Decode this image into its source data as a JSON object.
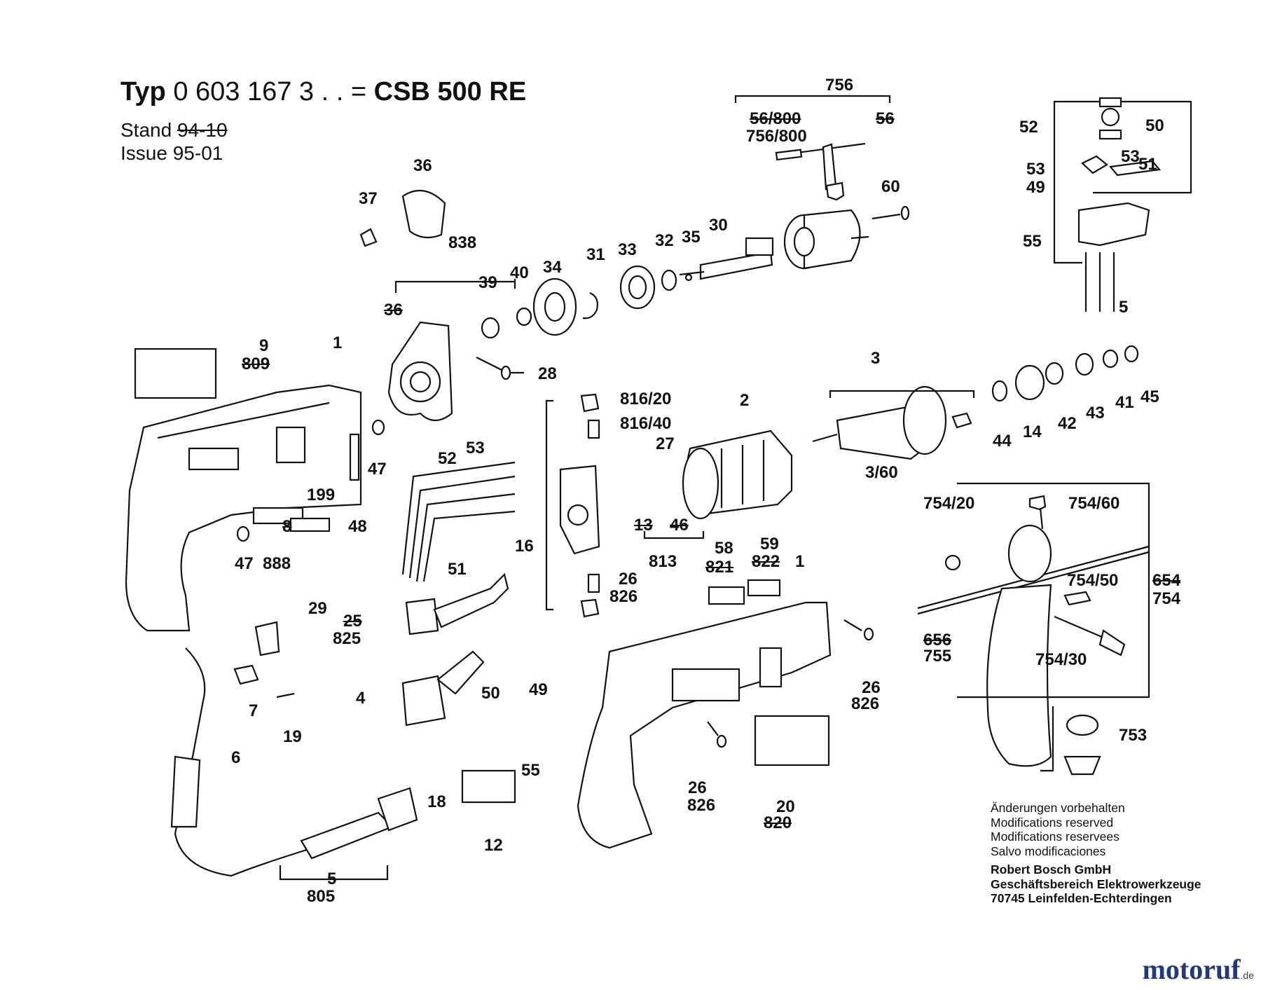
{
  "header": {
    "typ_label": "Typ",
    "typ_number": "0 603 167 3 . .",
    "equals": "=",
    "model": "CSB 500 RE",
    "stand_label": "Stand",
    "stand_value": "94-10",
    "issue_label": "Issue",
    "issue_value": "95-01"
  },
  "notes": [
    "Änderungen vorbehalten",
    "Modifications reserved",
    "Modifications reservees",
    "Salvo modificaciones"
  ],
  "company": [
    "Robert Bosch GmbH",
    "Geschäftsbereich Elektrowerkzeuge",
    "70745 Leinfelden-Echterdingen"
  ],
  "watermark": {
    "text": "motoruf",
    "suffix": ".de"
  },
  "part_labels": [
    "756",
    "56/800",
    "756/800",
    "56",
    "60",
    "36",
    "37",
    "838",
    "39",
    "40",
    "34",
    "31",
    "33",
    "32",
    "35",
    "30",
    "36",
    "28",
    "9",
    "809",
    "1",
    "47",
    "48",
    "199",
    "8",
    "888",
    "47",
    "816/20",
    "816/40",
    "27",
    "2",
    "3",
    "3/60",
    "44",
    "14",
    "42",
    "43",
    "41",
    "45",
    "52",
    "53",
    "51",
    "16",
    "13",
    "46",
    "813",
    "26",
    "826",
    "29",
    "25",
    "825",
    "58",
    "821",
    "59",
    "822",
    "1",
    "26",
    "826",
    "7",
    "19",
    "6",
    "4",
    "50",
    "49",
    "55",
    "18",
    "12",
    "5",
    "805",
    "26",
    "826",
    "20",
    "820",
    "754/20",
    "754/60",
    "654",
    "754",
    "754/50",
    "656",
    "755",
    "754/30",
    "753",
    "52",
    "50",
    "53",
    "51",
    "53",
    "49",
    "55",
    "5"
  ]
}
